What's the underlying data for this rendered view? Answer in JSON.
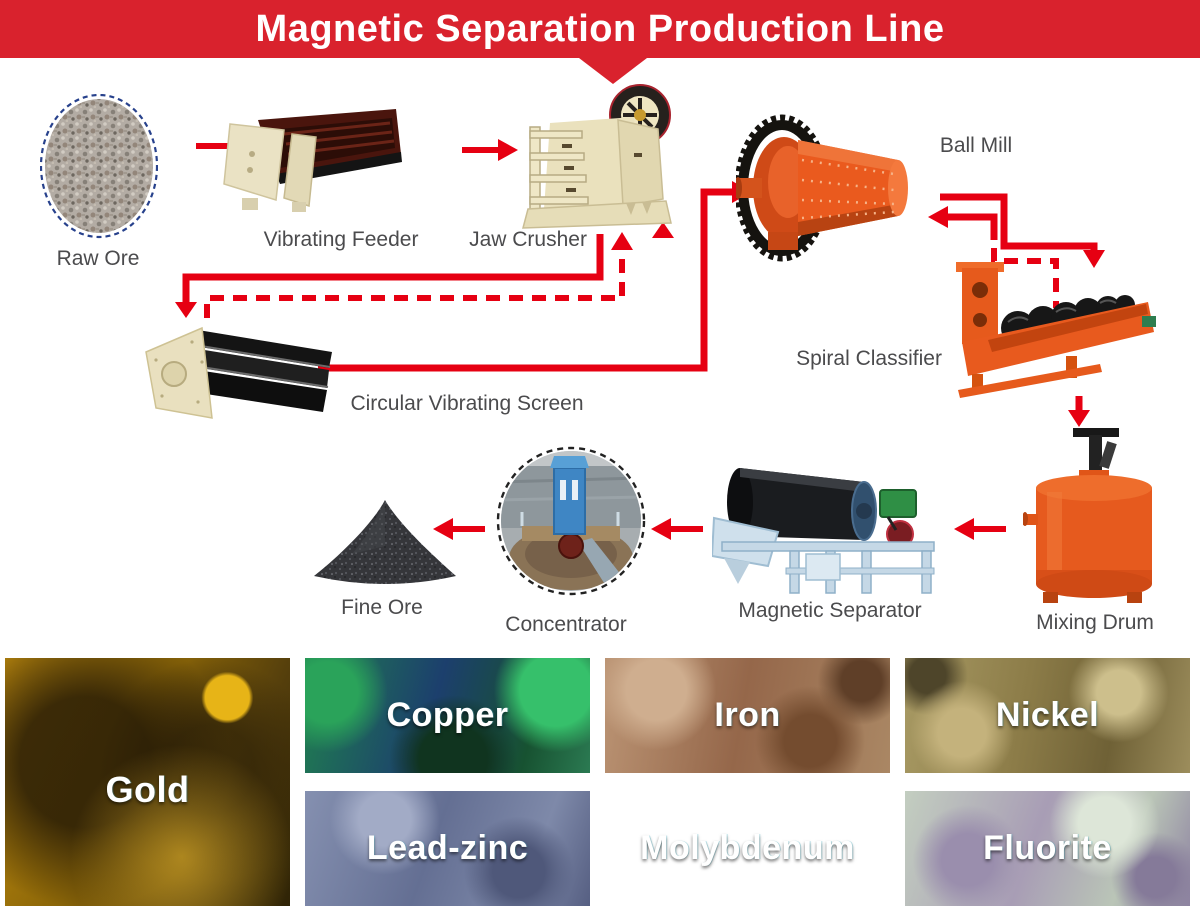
{
  "header": {
    "title": "Magnetic Separation Production Line"
  },
  "theme": {
    "banner_red": "#d9222d",
    "arrow_red": "#e60012",
    "label_gray": "#4b4b4d",
    "machine_orange": "#e8551d",
    "machine_cream": "#eae1bd"
  },
  "flow": {
    "nodes": [
      {
        "id": "raw-ore",
        "label": "Raw Ore"
      },
      {
        "id": "vibrating-feeder",
        "label": "Vibrating Feeder"
      },
      {
        "id": "jaw-crusher",
        "label": "Jaw Crusher"
      },
      {
        "id": "ball-mill",
        "label": "Ball Mill"
      },
      {
        "id": "circular-vibrating-screen",
        "label": "Circular Vibrating Screen"
      },
      {
        "id": "spiral-classifier",
        "label": "Spiral Classifier"
      },
      {
        "id": "mixing-drum",
        "label": "Mixing Drum"
      },
      {
        "id": "magnetic-separator",
        "label": "Magnetic Separator"
      },
      {
        "id": "concentrator",
        "label": "Concentrator"
      },
      {
        "id": "fine-ore",
        "label": "Fine Ore"
      }
    ]
  },
  "minerals": {
    "tiles": [
      {
        "id": "gold",
        "label": "Gold"
      },
      {
        "id": "copper",
        "label": "Copper"
      },
      {
        "id": "iron",
        "label": "Iron"
      },
      {
        "id": "nickel",
        "label": "Nickel"
      },
      {
        "id": "lead-zinc",
        "label": "Lead-zinc"
      },
      {
        "id": "molybdenum",
        "label": "Molybdenum"
      },
      {
        "id": "fluorite",
        "label": "Fluorite"
      }
    ]
  }
}
